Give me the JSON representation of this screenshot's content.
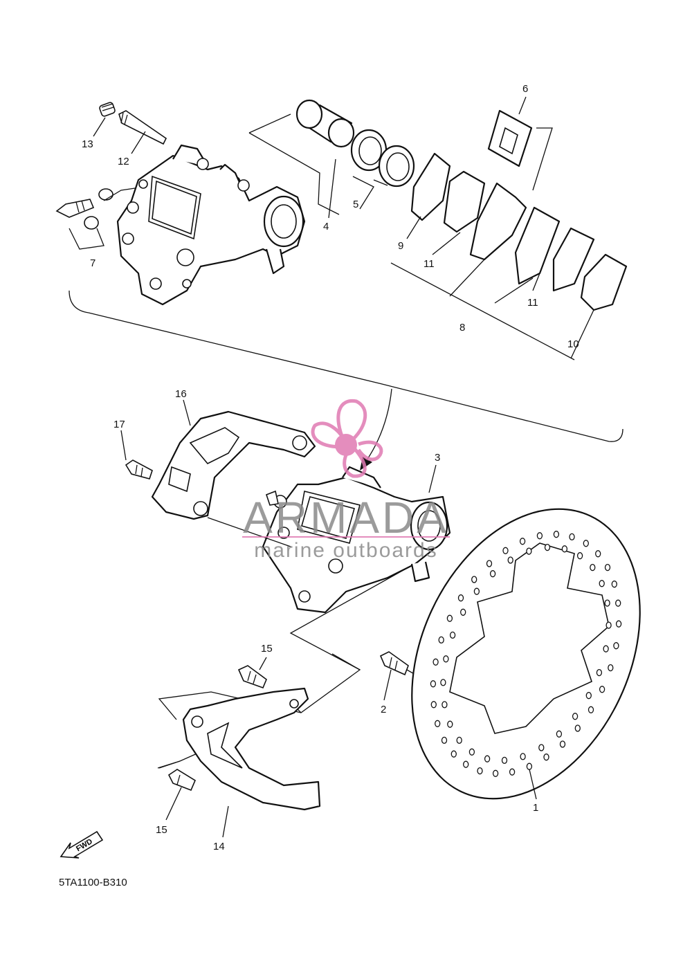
{
  "diagram": {
    "callouts": {
      "c1": "1",
      "c2": "2",
      "c3": "3",
      "c4": "4",
      "c5": "5",
      "c6": "6",
      "c7": "7",
      "c8": "8",
      "c9": "9",
      "c10": "10",
      "c11a": "11",
      "c11b": "11",
      "c12": "12",
      "c13": "13",
      "c14": "14",
      "c15a": "15",
      "c15b": "15",
      "c16": "16",
      "c17": "17"
    },
    "fwd_label": "FWD",
    "figure_code": "5TA1100-B310"
  },
  "watermark": {
    "brand": "ARMADA",
    "tagline": "marine outboards",
    "color": "#e07ab2",
    "text_color": "#888888"
  }
}
